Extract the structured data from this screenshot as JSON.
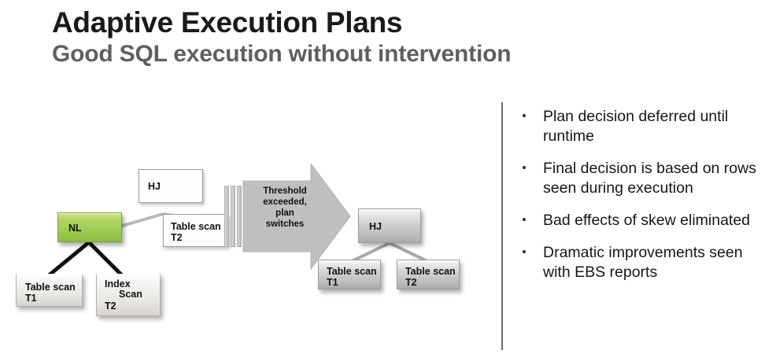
{
  "slide": {
    "title": "Adaptive Execution Plans",
    "subtitle": "Good SQL execution without intervention"
  },
  "colors": {
    "title": "#1a1a1a",
    "subtitle": "#5f5f5f",
    "accent_green": "#a8d25a",
    "green_border": "#7e9e3c",
    "node_gray": "#c6c6c6",
    "divider": "#6e6e6e",
    "connector_light": "#b8b8b8",
    "connector_dark": "#111111",
    "arrow_fill": "#bfbfbf"
  },
  "diagram": {
    "left_plan": {
      "nodes": {
        "hj": {
          "label": "HJ"
        },
        "nl": {
          "label": "NL"
        },
        "table_scan_t2": {
          "line1": "Table scan",
          "line2": "T2"
        },
        "table_scan_t1": {
          "line1": "Table scan",
          "line2": "T1"
        },
        "index_scan_t2": {
          "line1": "Index",
          "line2": "Scan",
          "line3": "T2"
        }
      }
    },
    "transition_arrow": {
      "label_lines": [
        "Threshold",
        "exceeded,",
        "plan",
        "switches"
      ],
      "label_text": "Threshold exceeded, plan switches",
      "bar_count": 3
    },
    "right_plan": {
      "nodes": {
        "hj": {
          "label": "HJ"
        },
        "table_scan_t1": {
          "line1": "Table scan",
          "line2": "T1"
        },
        "table_scan_t2": {
          "line1": "Table scan",
          "line2": "T2"
        }
      }
    }
  },
  "bullets": [
    {
      "text": "Plan decision deferred until runtime"
    },
    {
      "text": "Final decision is based on rows seen during execution"
    },
    {
      "text": "Bad effects of skew eliminated"
    },
    {
      "text": "Dramatic improvements seen with EBS reports"
    }
  ]
}
